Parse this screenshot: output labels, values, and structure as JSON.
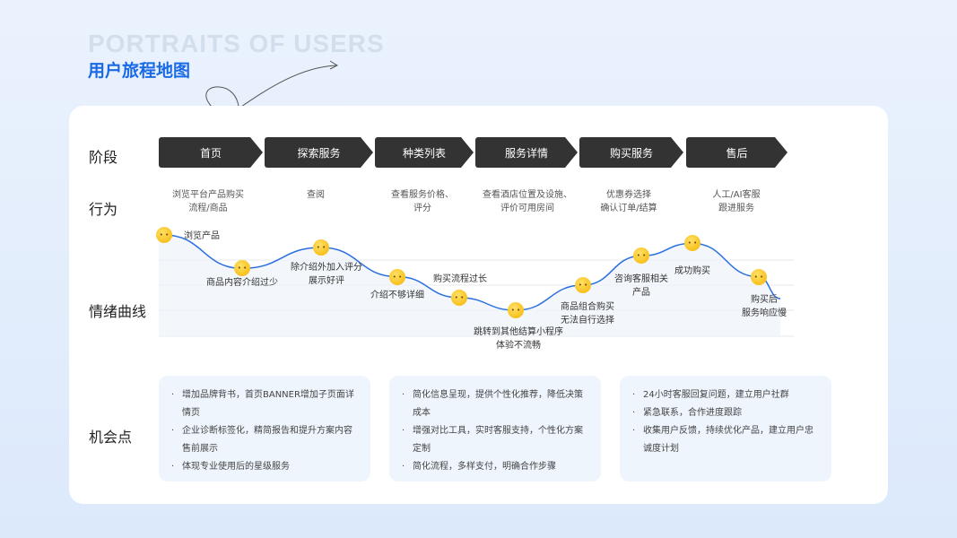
{
  "header": {
    "bg_title": "PORTRAITS OF USERS",
    "title": "用户旅程地图"
  },
  "rows": {
    "stage": "阶段",
    "behavior": "行为",
    "emotion": "情绪曲线",
    "opportunity": "机会点"
  },
  "stages": [
    "首页",
    "探索服务",
    "种类列表",
    "服务详情",
    "购买服务",
    "售后"
  ],
  "behaviors": [
    [
      "浏览平台产品购买",
      "流程/商品"
    ],
    [
      "查阅",
      ""
    ],
    [
      "查看服务价格、",
      "评分"
    ],
    [
      "查看酒店位置及设施、",
      "评价可用房间"
    ],
    [
      "优惠券选择",
      "确认订单/结算"
    ],
    [
      "人工/AI客服",
      "跟进服务"
    ]
  ],
  "emotions": [
    {
      "label": [
        "浏览产品"
      ],
      "icon": "kiss-emoji-icon",
      "level": 0.95
    },
    {
      "label": [
        "商品内容介绍过少"
      ],
      "icon": "sad-emoji-icon",
      "level": 0.55
    },
    {
      "label": [
        "除介绍外加入评分",
        "展示好评"
      ],
      "icon": "grin-sweat-emoji-icon",
      "level": 0.8
    },
    {
      "label": [
        "介绍不够详细"
      ],
      "icon": "halo-emoji-icon",
      "level": 0.45
    },
    {
      "label": [
        "购买流程过长"
      ],
      "icon": "monocle-emoji-icon",
      "level": 0.2
    },
    {
      "label": [
        "跳转到其他结算小程序",
        "体验不流畅"
      ],
      "icon": "thinking-emoji-icon",
      "level": 0.05
    },
    {
      "label": [
        "商品组合购买",
        "无法自行选择"
      ],
      "icon": "sleepy-emoji-icon",
      "level": 0.35
    },
    {
      "label": [
        "咨询客服相关",
        "产品"
      ],
      "icon": "money-emoji-icon",
      "level": 0.7
    },
    {
      "label": [
        "成功购买"
      ],
      "icon": "heart-eyes-emoji-icon",
      "level": 0.85
    },
    {
      "label": [
        "购买后",
        "服务响应慢"
      ],
      "icon": "eye-roll-emoji-icon",
      "level": 0.45
    }
  ],
  "opportunities": [
    [
      "增加品牌背书，首页BANNER增加子页面详情页",
      "企业诊断标签化，精简报告和提升方案内容售前展示",
      "体现专业使用后的星级服务"
    ],
    [
      "简化信息呈现，提供个性化推荐，降低决策成本",
      "增强对比工具，实时客服支持，个性化方案定制",
      "简化流程，多样支付，明确合作步骤"
    ],
    [
      "24小时客服回复问题，建立用户社群",
      "紧急联系，合作进度跟踪",
      "收集用户反馈，持续优化产品，建立用户忠诚度计划"
    ]
  ],
  "colors": {
    "accent": "#1a6ae6",
    "stage_bg": "#333333",
    "curve": "#2a6fe0"
  }
}
